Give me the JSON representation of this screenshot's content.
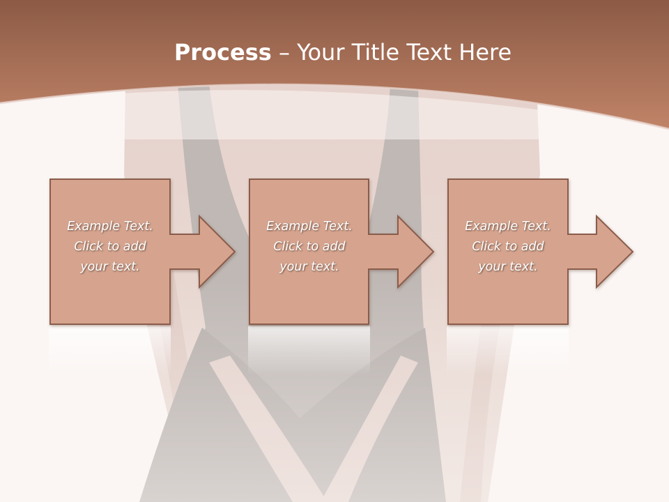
{
  "slide": {
    "title_bold": "Process",
    "title_rest": " – Your Title Text Here"
  },
  "colors": {
    "header_top": "#8c5a45",
    "header_bottom": "#c08468",
    "box_fill": "#d6a48e",
    "box_border": "#8a5c4c",
    "background": "#fbf6f4"
  },
  "process": {
    "steps": [
      {
        "text_lines": [
          "Example Text.",
          "Click  to add",
          "your text."
        ]
      },
      {
        "text_lines": [
          "Example Text.",
          "Click  to add",
          "your text."
        ]
      },
      {
        "text_lines": [
          "Example Text.",
          "Click  to add",
          "your text."
        ]
      }
    ]
  }
}
